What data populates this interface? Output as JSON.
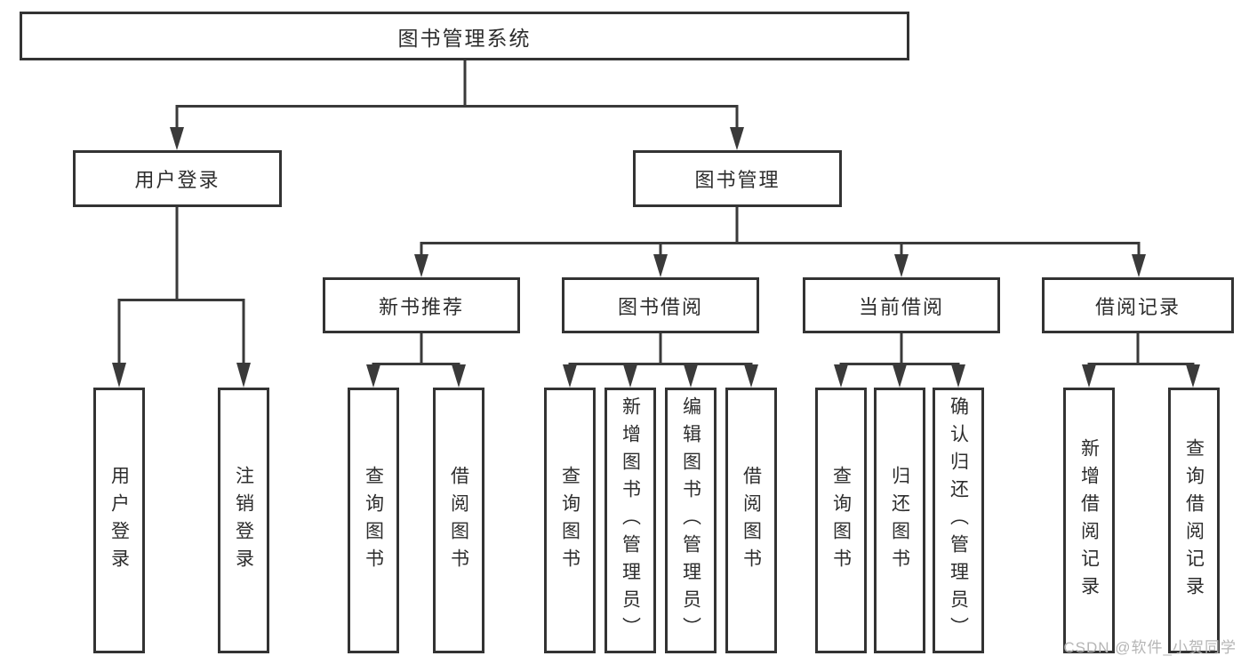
{
  "tree": {
    "root": {
      "label": "图书管理系统"
    },
    "branches": [
      {
        "label": "用户登录",
        "children": [
          {
            "label": "用户登录"
          },
          {
            "label": "注销登录"
          }
        ]
      },
      {
        "label": "图书管理",
        "groups": [
          {
            "label": "新书推荐",
            "children": [
              {
                "label": "查询图书"
              },
              {
                "label": "借阅图书"
              }
            ]
          },
          {
            "label": "图书借阅",
            "children": [
              {
                "label": "查询图书"
              },
              {
                "label": "新增图书（管理员）"
              },
              {
                "label": "编辑图书（管理员）"
              },
              {
                "label": "借阅图书"
              }
            ]
          },
          {
            "label": "当前借阅",
            "children": [
              {
                "label": "查询图书"
              },
              {
                "label": "归还图书"
              },
              {
                "label": "确认归还（管理员）"
              }
            ]
          },
          {
            "label": "借阅记录",
            "children": [
              {
                "label": "新增借阅记录"
              },
              {
                "label": "查询借阅记录"
              }
            ]
          }
        ]
      }
    ]
  },
  "watermark": {
    "text": "CSDN @软件_小贺同学"
  },
  "colors": {
    "line": "#3a3a3a",
    "box_border": "#333333",
    "text": "#2d2d2d",
    "watermark": "#b5b5b5",
    "background": "#ffffff"
  }
}
